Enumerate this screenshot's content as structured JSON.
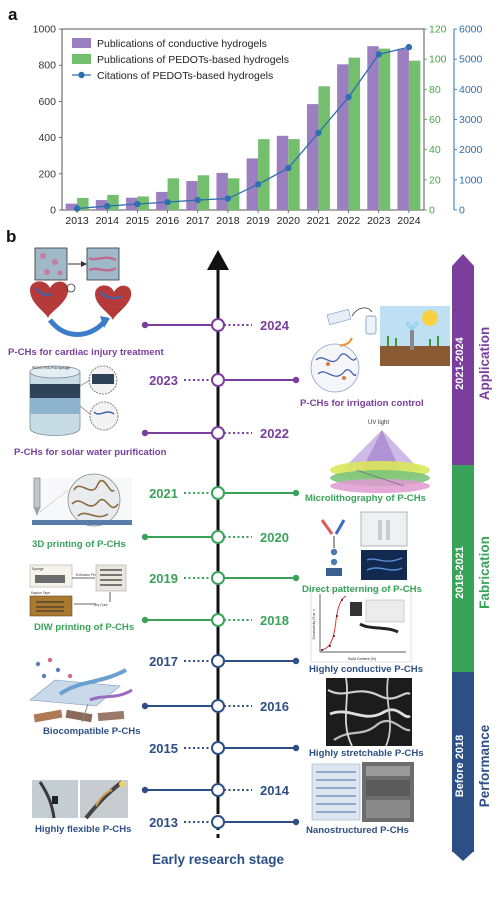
{
  "panel_a_label": "a",
  "panel_b_label": "b",
  "chart_data": {
    "type": "bar",
    "categories": [
      "2013",
      "2014",
      "2015",
      "2016",
      "2017",
      "2018",
      "2019",
      "2020",
      "2021",
      "2022",
      "2023",
      "2024"
    ],
    "series": [
      {
        "name": "Publications of conductive hydrogels",
        "kind": "bar",
        "axis": "left",
        "color": "#9b7fc1",
        "values": [
          35,
          55,
          68,
          100,
          160,
          205,
          285,
          410,
          585,
          805,
          905,
          890
        ]
      },
      {
        "name": "Publications of PEDOTs-based hydrogels",
        "kind": "bar",
        "axis": "middle",
        "color": "#74bf6e",
        "values": [
          8,
          10,
          9,
          21,
          23,
          21,
          47,
          47,
          82,
          101,
          107,
          99
        ]
      },
      {
        "name": "Citations of PEDOTs-based hydrogels",
        "kind": "line",
        "axis": "right",
        "color": "#2f6fb0",
        "values": [
          50,
          130,
          200,
          260,
          330,
          380,
          850,
          1390,
          2560,
          3740,
          5160,
          5400
        ]
      }
    ],
    "axes": {
      "left": {
        "ylim": [
          0,
          1000
        ],
        "ticks": [
          0,
          200,
          400,
          600,
          800,
          1000
        ],
        "color": "#333333"
      },
      "middle": {
        "ylim": [
          0,
          120
        ],
        "ticks": [
          0,
          20,
          40,
          60,
          80,
          100,
          120
        ],
        "color": "#4aa54a"
      },
      "right": {
        "ylim": [
          0,
          6000
        ],
        "ticks": [
          0,
          1000,
          2000,
          3000,
          4000,
          5000,
          6000
        ],
        "color": "#2f6fb0"
      }
    },
    "legend_position": "top-left",
    "grid": false
  },
  "timeline": {
    "bottom_label": "Early research stage",
    "years": [
      {
        "year": "2024",
        "color": "#7a3e9d"
      },
      {
        "year": "2023",
        "color": "#7a3e9d"
      },
      {
        "year": "2022",
        "color": "#7a3e9d"
      },
      {
        "year": "2021",
        "color": "#3aa35a"
      },
      {
        "year": "2020",
        "color": "#3aa35a"
      },
      {
        "year": "2019",
        "color": "#3aa35a"
      },
      {
        "year": "2018",
        "color": "#3aa35a"
      },
      {
        "year": "2017",
        "color": "#2d4f86"
      },
      {
        "year": "2016",
        "color": "#2d4f86"
      },
      {
        "year": "2015",
        "color": "#2d4f86"
      },
      {
        "year": "2014",
        "color": "#2d4f86"
      },
      {
        "year": "2013",
        "color": "#2d4f86"
      }
    ],
    "captions": {
      "cardiac": "P-CHs for cardiac injury treatment",
      "irrigation": "P-CHs for irrigation control",
      "solar": "P-CHs for solar water purification",
      "microlitho": "Microlithography of P-CHs",
      "printing3d": "3D printing of P-CHs",
      "direct": "Direct patterning of P-CHs",
      "diw": "DIW printing of P-CHs",
      "conductive": "Highly conductive P-CHs",
      "biocompatible": "Biocompatible P-CHs",
      "stretchable": "Highly stretchable P-CHs",
      "flexible": "Highly flexible P-CHs",
      "nanostructured": "Nanostructured P-CHs"
    },
    "figure_texts": {
      "uv_light": "UV light",
      "pedot_label": "PEDOT:PSS-PVA hydrogel",
      "diw_a": "Syringe",
      "diw_b": "Extrusion Printing",
      "diw_c": "Kapton Tape",
      "diw_d": "Dry Cure",
      "conductivity_axis": "Conductivity (S m⁻¹)",
      "solid_axis": "Solid Content (%)"
    },
    "phases": [
      {
        "period": "2021-2024",
        "name": "Application",
        "color": "#7a3e9d"
      },
      {
        "period": "2018-2021",
        "name": "Fabrication",
        "color": "#3aa35a"
      },
      {
        "period": "Before 2018",
        "name": "Performance",
        "color": "#2d4f86"
      }
    ]
  }
}
